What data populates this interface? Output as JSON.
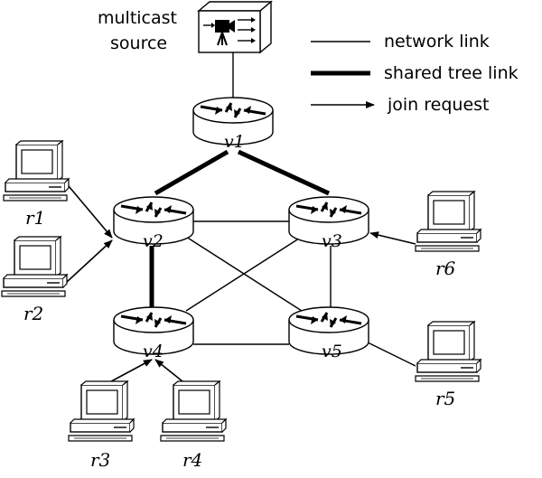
{
  "source": {
    "line1": "multicast",
    "line2": "source"
  },
  "legend": {
    "network_link": "network link",
    "shared_tree_link": "shared tree link",
    "join_request": "join request"
  },
  "routers": {
    "v1": "v1",
    "v2": "v2",
    "v3": "v3",
    "v4": "v4",
    "v5": "v5"
  },
  "receivers": {
    "r1": "r1",
    "r2": "r2",
    "r3": "r3",
    "r4": "r4",
    "r5": "r5",
    "r6": "r6"
  },
  "shared_tree_edges": [
    [
      "v1",
      "v2"
    ],
    [
      "v1",
      "v3"
    ],
    [
      "v2",
      "v4"
    ]
  ],
  "network_edges": [
    [
      "src",
      "v1"
    ],
    [
      "v2",
      "v3"
    ],
    [
      "v2",
      "v5"
    ],
    [
      "v3",
      "v4"
    ],
    [
      "v4",
      "v5"
    ],
    [
      "v3",
      "v5"
    ]
  ],
  "join_requests": [
    [
      "r1",
      "v2"
    ],
    [
      "r2",
      "v2"
    ],
    [
      "r3",
      "v4"
    ],
    [
      "r4",
      "v4"
    ],
    [
      "r6",
      "v3"
    ]
  ],
  "plain_host_links": [
    [
      "r5",
      "v5"
    ]
  ]
}
